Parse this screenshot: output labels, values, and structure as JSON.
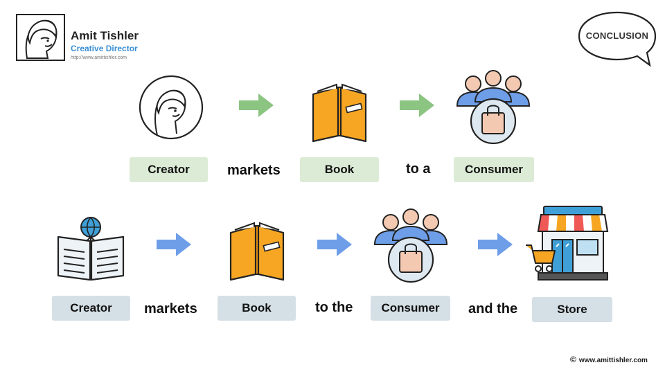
{
  "header": {
    "name": "Amit Tishler",
    "role": "Creative Director",
    "url": "http://www.amittishler.com"
  },
  "bubble": {
    "label": "CONCLUSION"
  },
  "row1": {
    "creator_label": "Creator",
    "word1": "markets",
    "book_label": "Book",
    "word2": "to a",
    "consumer_label": "Consumer"
  },
  "row2": {
    "creator_label": "Creator",
    "word1": "markets",
    "book_label": "Book",
    "word2": "to the",
    "consumer_label": "Consumer",
    "word3": "and the",
    "store_label": "Store"
  },
  "footer": {
    "copyright_symbol": "©",
    "text": "www.amittishler.com"
  },
  "icons": {
    "avatar": "creator-portrait-icon",
    "book": "open-book-icon",
    "consumers": "consumer-group-shopping-bag-icon",
    "digital_book": "digital-book-globe-icon",
    "store": "storefront-cart-icon",
    "arrow": "right-arrow-icon"
  },
  "colors": {
    "row1_pill": "#dcebd5",
    "row2_pill": "#d5e0e6",
    "row1_arrow": "#8cc482",
    "row2_arrow": "#6e9ee8",
    "book": "#f6a623",
    "role_text": "#3a8fd6"
  }
}
